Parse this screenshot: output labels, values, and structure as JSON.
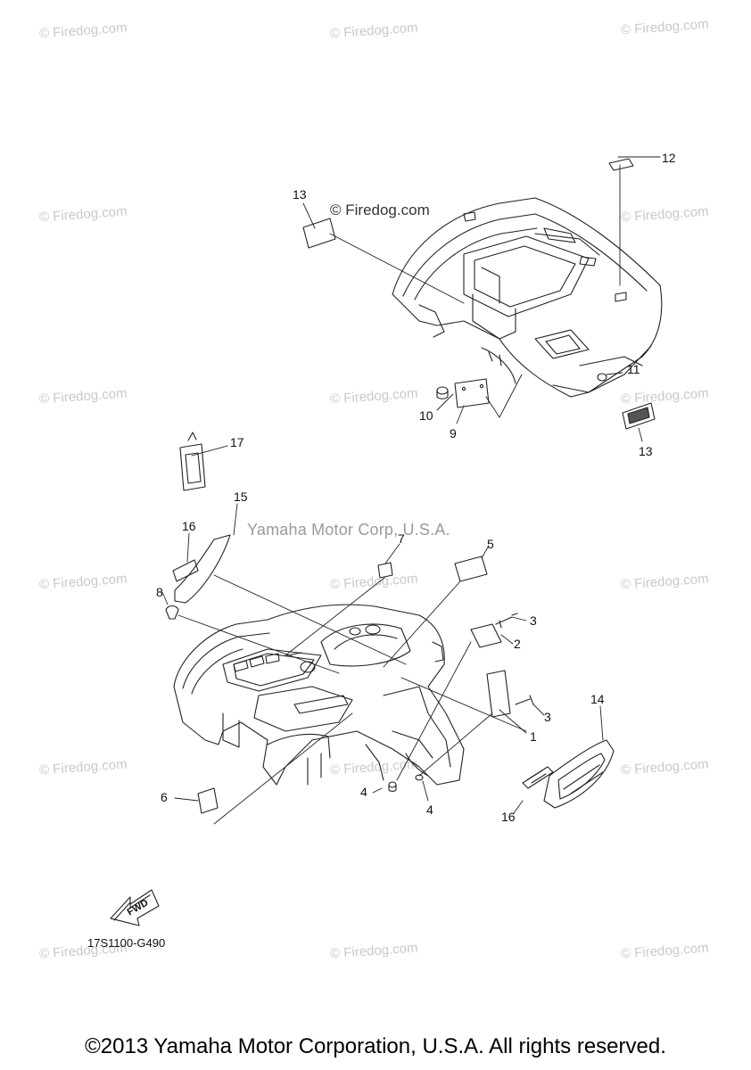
{
  "watermarks": {
    "text": "© Firedog.com",
    "count": 18
  },
  "overlay_watermark": "© Firedog.com",
  "corp_watermark": "Yamaha Motor Corp, U.S.A.",
  "callouts": {
    "c1": "1",
    "c2": "2",
    "c3a": "3",
    "c3b": "3",
    "c4a": "4",
    "c4b": "4",
    "c5": "5",
    "c6": "6",
    "c7": "7",
    "c8": "8",
    "c9": "9",
    "c10": "10",
    "c11": "11",
    "c12": "12",
    "c13a": "13",
    "c13b": "13",
    "c14": "14",
    "c15": "15",
    "c16a": "16",
    "c16b": "16",
    "c17": "17"
  },
  "fwd_label": "FWD",
  "diagram_code": "17S1100-G490",
  "footer": "©2013 Yamaha Motor Corporation, U.S.A. All rights reserved."
}
